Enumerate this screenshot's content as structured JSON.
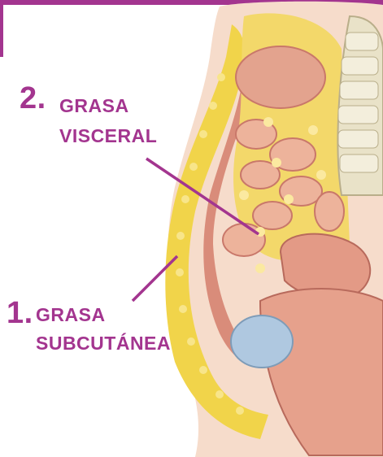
{
  "colors": {
    "accent": "#A3358F",
    "fat": "#F1D44A",
    "fat_light": "#F8E58A",
    "organ": "#E8A98E",
    "organ_dark": "#C9786A",
    "skin": "#F6DCCB",
    "bone": "#E9E2C8",
    "bladder": "#AFC8E0"
  },
  "labels": {
    "visceral": {
      "number": "2.",
      "line1": "GRASA",
      "line2": "VISCERAL"
    },
    "subcutaneous": {
      "number": "1.",
      "line1": "GRASA",
      "line2": "SUBCUTÁNEA"
    }
  }
}
